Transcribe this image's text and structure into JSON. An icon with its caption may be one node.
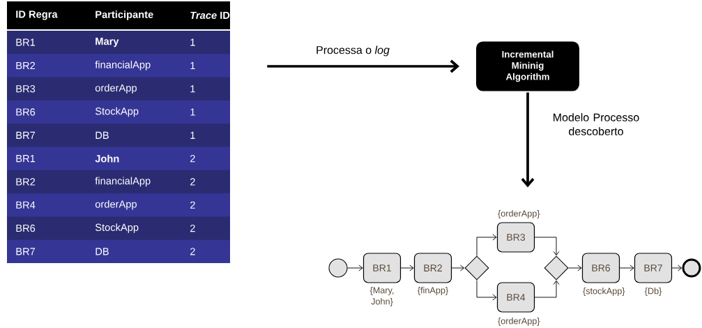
{
  "diagram": {
    "nodes": [
      {
        "text": [],
        "shape": "table"
      },
      {
        "text": [
          "Incremental Mininig Algorithm"
        ]
      },
      {
        "text": [],
        "shape": "circle"
      },
      {
        "text": [
          "BR1"
        ],
        "beside": [
          "{Mary, John}"
        ]
      },
      {
        "text": [
          "BR2"
        ],
        "beside": [
          "{finApp}"
        ]
      },
      {
        "text": [],
        "shape": "diamond"
      },
      {
        "text": [
          "BR3"
        ],
        "beside": [
          "{orderApp}"
        ]
      },
      {
        "text": [
          "BR4"
        ],
        "beside": [
          "{orderApp}"
        ]
      },
      {
        "text": [],
        "shape": "diamond"
      },
      {
        "text": [
          "BR6"
        ],
        "beside": [
          "{stockApp}"
        ]
      },
      {
        "text": [
          "BR7"
        ],
        "beside": [
          "{Db}"
        ]
      },
      {
        "text": [],
        "shape": "circle"
      }
    ],
    "edges": [
      {
        "from": 0,
        "to": 1,
        "arrow": "to",
        "label": "Processa o *log*",
        "style": "thick"
      },
      {
        "from": 1,
        "to": null,
        "arrow": "to",
        "label": "Modelo Processo descoberto",
        "style": "thick"
      },
      {
        "from": 2,
        "to": 3,
        "arrow": "to"
      },
      {
        "from": 3,
        "to": 4,
        "arrow": "to"
      },
      {
        "from": 4,
        "to": 5,
        "arrow": "to"
      },
      {
        "from": 5,
        "to": 6,
        "arrow": "to"
      },
      {
        "from": 5,
        "to": 7,
        "arrow": "to"
      },
      {
        "from": 6,
        "to": 8,
        "arrow": "to"
      },
      {
        "from": 7,
        "to": 8,
        "arrow": "to"
      },
      {
        "from": 8,
        "to": 9,
        "arrow": "to"
      },
      {
        "from": 9,
        "to": 10,
        "arrow": "to"
      },
      {
        "from": 10,
        "to": 11,
        "arrow": "to"
      }
    ],
    "labels": [
      "ID Regra",
      "Participante",
      "*Trace* ID",
      "BR1",
      "Mary",
      "1",
      "BR2",
      "financialApp",
      "1",
      "BR3",
      "orderApp",
      "1",
      "BR6",
      "StockApp",
      "1",
      "BR7",
      "DB",
      "1",
      "BR1",
      "John",
      "2",
      "BR2",
      "financialApp",
      "2",
      "BR4",
      "orderApp",
      "2",
      "BR6",
      "StockApp",
      "2",
      "BR7",
      "DB",
      "2"
    ]
  }
}
